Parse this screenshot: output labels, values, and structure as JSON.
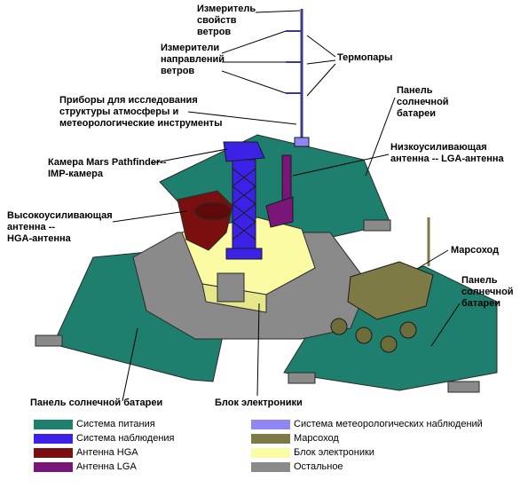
{
  "labels": {
    "wind_props": "Измеритель\nсвойств\nветров",
    "wind_dir": "Измерители\nнаправлений\nветров",
    "thermocouples": "Термопары",
    "atmo_instruments": "Приборы для исследования\nструктуры атмосферы и\nметеорологические инструменты",
    "solar_top_right": "Панель\nсолнечной\nбатареи",
    "lga": "Низкоусиливающая\nантенна -- LGA-антенна",
    "camera": "Камера Mars Pathfinder--\nIMP-камера",
    "hga": "Высокоусиливающая\nантенна --\nHGA-антенна",
    "rover": "Марсоход",
    "solar_right": "Панель\nсолнечной\nбатареи",
    "solar_bottom_left": "Панель солнечной батареи",
    "electronics": "Блок электроники"
  },
  "legend": [
    {
      "label": "Система питания",
      "color": "#1e7f6e",
      "icon": "power-swatch"
    },
    {
      "label": "Система наблюдения",
      "color": "#3b22e6",
      "icon": "imaging-swatch"
    },
    {
      "label": "Антенна HGA",
      "color": "#7a0f10",
      "icon": "hga-swatch"
    },
    {
      "label": "Антенна LGA",
      "color": "#7b1679",
      "icon": "lga-swatch"
    },
    {
      "label": "Система метеорологических наблюдений",
      "color": "#8f86f5",
      "icon": "meteo-swatch"
    },
    {
      "label": "Марсоход",
      "color": "#7d7a45",
      "icon": "rover-swatch"
    },
    {
      "label": "Блок электроники",
      "color": "#fbfba4",
      "icon": "electronics-swatch"
    },
    {
      "label": "Остальное",
      "color": "#8a8a8a",
      "icon": "other-swatch"
    }
  ]
}
